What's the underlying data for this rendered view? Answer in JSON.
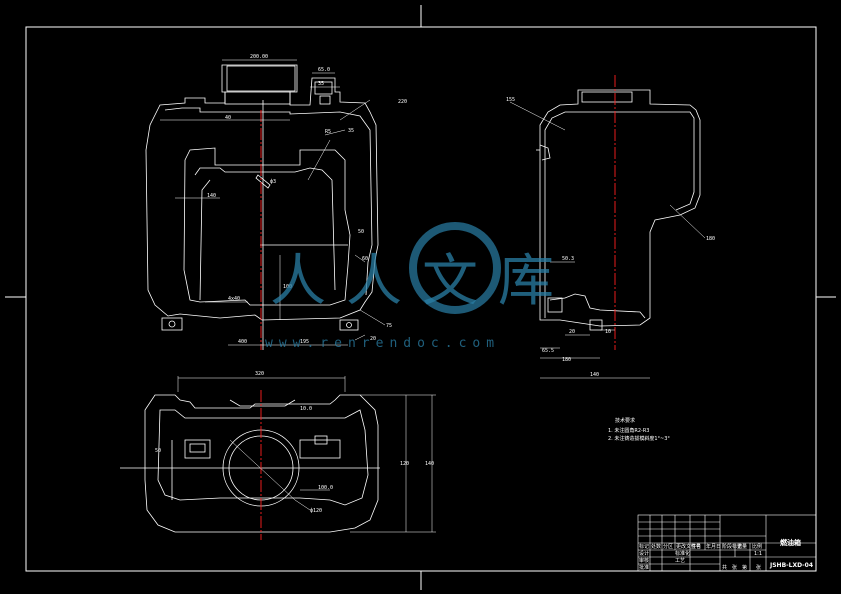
{
  "drawing": {
    "front_view_dims": [
      "200.00",
      "65.0",
      "220",
      "35",
      "40",
      "35",
      "R5",
      "140",
      "ф3",
      "4x40",
      "400",
      "195",
      "100",
      "50",
      "60",
      "20",
      "75"
    ],
    "side_view_dims": [
      "155",
      "180",
      "50.3",
      "20",
      "65.5",
      "180",
      "140",
      "10"
    ],
    "top_view_dims": [
      "320",
      "120",
      "50",
      "140",
      "100.0",
      "ф120",
      "10.0"
    ],
    "notes_title": "技术要求",
    "notes": [
      "1. 未注圆角R2-R3",
      "2. 未注铸造拔模斜度1°~3°"
    ]
  },
  "title_block": {
    "part_name": "燃油箱",
    "drawing_number": "JSHB-LXD-04",
    "organization": "",
    "cells": [
      "标记",
      "处数",
      "分区",
      "更改文件号",
      "签名",
      "年月日",
      "设计",
      "标准化",
      "阶段标记",
      "重量",
      "比例",
      "1:1",
      "审核",
      "工艺",
      "批准",
      "共",
      "张",
      "第",
      "张"
    ]
  },
  "watermark": {
    "text": "人人文库",
    "url": "www.renrendoc.com"
  },
  "colors": {
    "line": "#ffffff",
    "center": "#ff2020",
    "watermark": "#2a7fa6",
    "background": "#000000"
  }
}
